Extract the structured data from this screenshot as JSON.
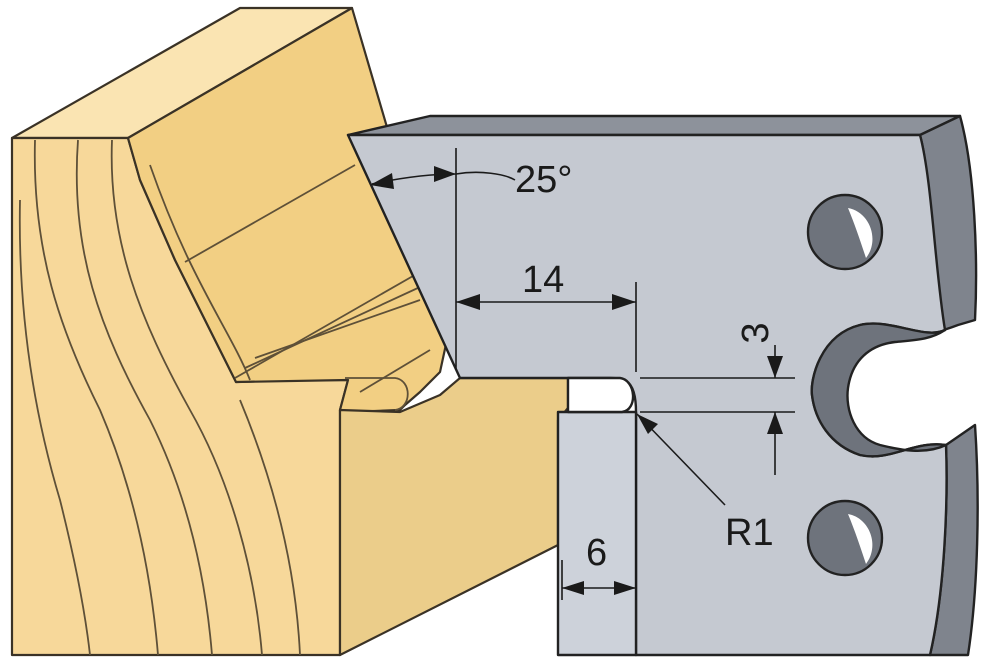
{
  "diagram": {
    "angle_label": "25°",
    "width_label": "14",
    "depth_label": "3",
    "radius_label": "R1",
    "tongue_label": "6"
  },
  "colors": {
    "wood_face": "#f7d89a",
    "wood_front": "#ebcd8a",
    "wood_top": "#fae4b2",
    "wood_bevel": "#f2cf83",
    "wood_line": "#6a5a3a",
    "steel_face": "#c5c9d1",
    "steel_lower_face": "#cdd2da",
    "steel_top": "#8d929b",
    "steel_side": "#7f848d",
    "steel_hole": "#6e737c",
    "outline": "#222222",
    "dimension": "#1a1a1a"
  }
}
